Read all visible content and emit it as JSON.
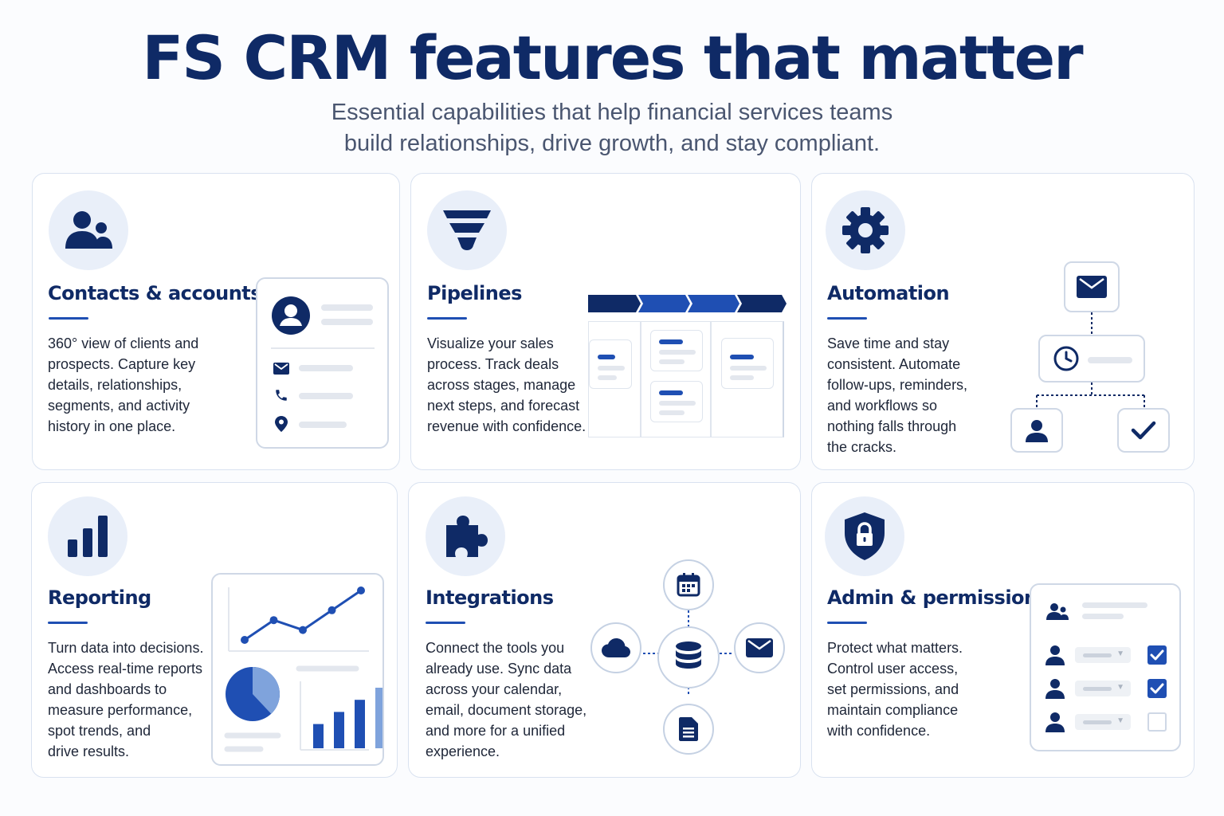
{
  "header": {
    "title": "FS CRM features that matter",
    "subtitle_line1": "Essential capabilities that help financial services teams",
    "subtitle_line2": "build relationships, drive growth, and stay compliant."
  },
  "colors": {
    "navy": "#0f2a66",
    "accent": "#1f4fb3",
    "light_blue": "#7fa3dc",
    "icon_bg": "#e9eff9"
  },
  "cards": {
    "contacts": {
      "title": "Contacts & accounts",
      "icon": "users-icon",
      "desc": [
        "360° view of clients and",
        "prospects. Capture key",
        "details, relationships,",
        "segments, and activity",
        "history in one place."
      ]
    },
    "pipelines": {
      "title": "Pipelines",
      "icon": "funnel-icon",
      "desc": [
        "Visualize your sales",
        "process. Track deals",
        "across stages, manage",
        "next steps, and forecast",
        "revenue with confidence."
      ]
    },
    "automation": {
      "title": "Automation",
      "icon": "gear-icon",
      "desc": [
        "Save time and stay",
        "consistent. Automate",
        "follow-ups, reminders,",
        "and workflows so",
        "nothing falls through",
        "the cracks."
      ]
    },
    "reporting": {
      "title": "Reporting",
      "icon": "bar-chart-icon",
      "desc": [
        "Turn data into decisions.",
        "Access real-time reports",
        "and dashboards to",
        "measure performance,",
        "spot trends, and",
        "drive results."
      ]
    },
    "integrations": {
      "title": "Integrations",
      "icon": "puzzle-icon",
      "desc": [
        "Connect the tools you",
        "already use. Sync data",
        "across your calendar,",
        "email, document storage,",
        "and more for a unified",
        "experience."
      ]
    },
    "admin": {
      "title": "Admin & permissions",
      "icon": "shield-lock-icon",
      "desc": [
        "Protect what matters.",
        "Control user access,",
        "set permissions, and",
        "maintain compliance",
        "with confidence."
      ],
      "permission_rows": [
        {
          "checked": true
        },
        {
          "checked": true
        },
        {
          "checked": false
        }
      ]
    }
  },
  "reporting_chart": {
    "line_points": [
      1,
      3,
      2,
      4,
      6
    ],
    "pie_fraction": 0.62,
    "bars": [
      2,
      3,
      4,
      5
    ]
  }
}
